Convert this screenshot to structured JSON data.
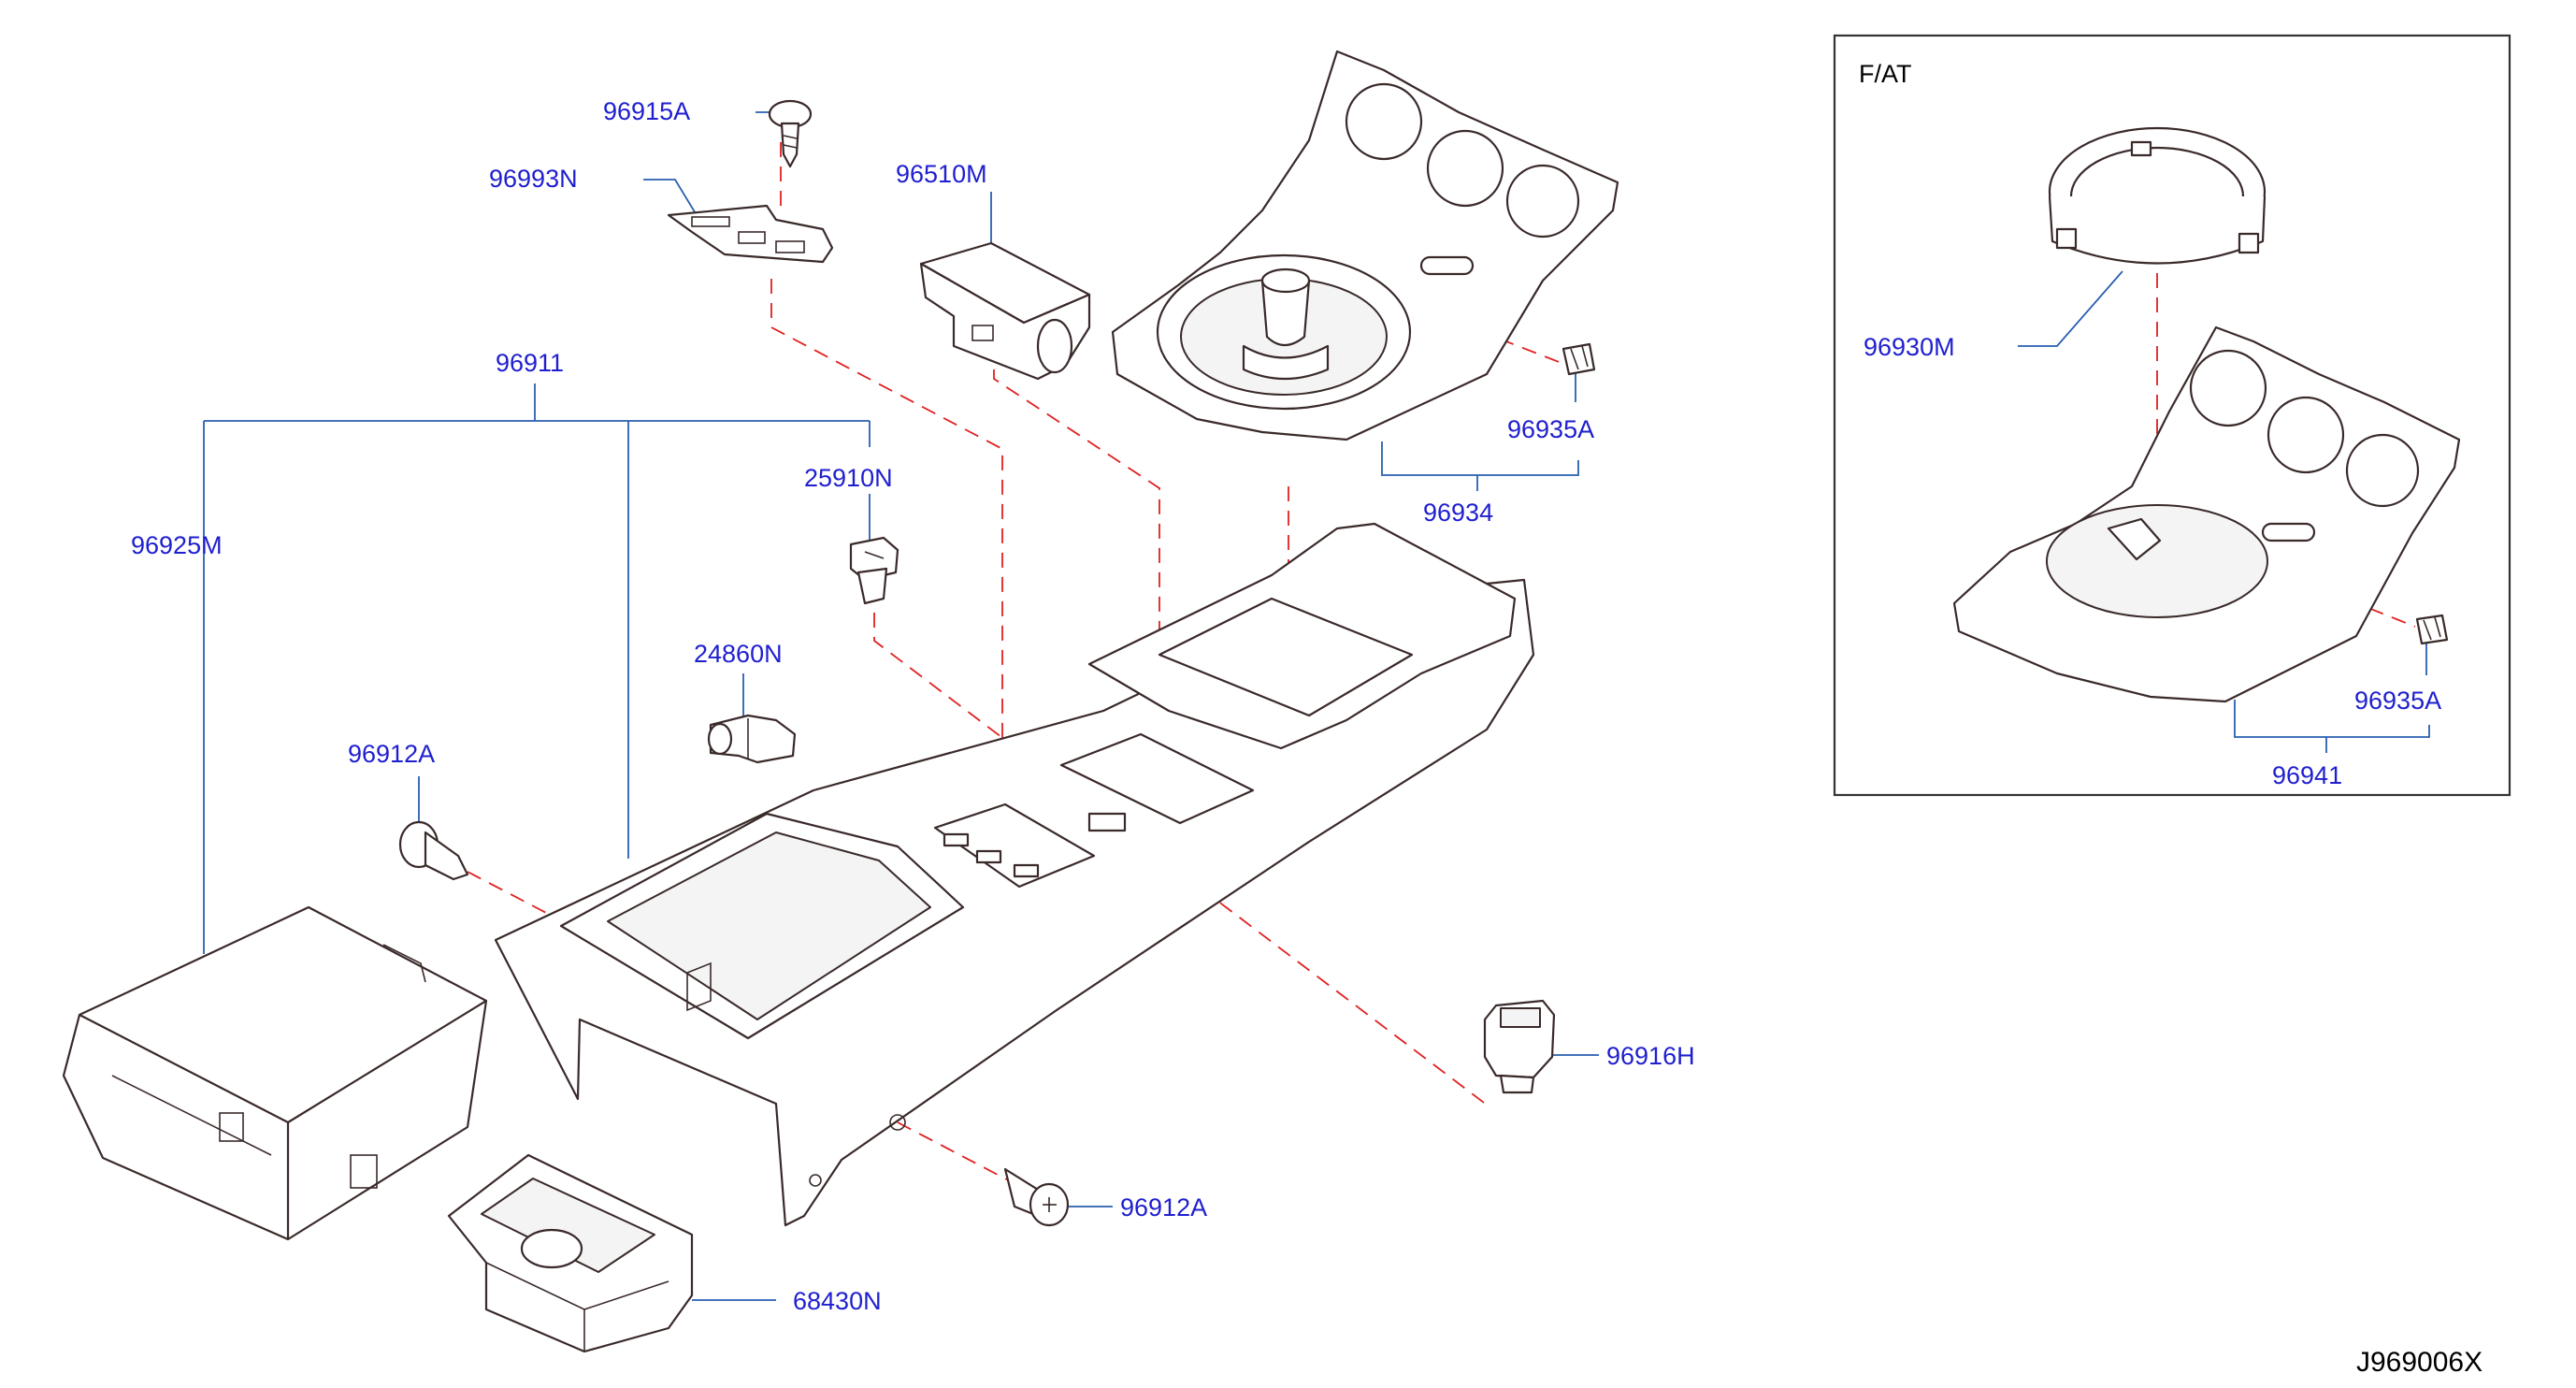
{
  "labels": {
    "p96915A": "96915A",
    "p96993N": "96993N",
    "p96510M": "96510M",
    "p96911": "96911",
    "p96925M": "96925M",
    "p25910N": "25910N",
    "p24860N": "24860N",
    "p96912A_upper": "96912A",
    "p96935A_main": "96935A",
    "p96934": "96934",
    "p96916H": "96916H",
    "p96912A_lower": "96912A",
    "p68430N": "68430N",
    "p96930M": "96930M",
    "p96935A_inset": "96935A",
    "p96941": "96941"
  },
  "inset": {
    "title": "F/AT"
  },
  "drawing_code": "J969006X",
  "colors": {
    "label": "#1f1fcf",
    "leader_line": "#2a5fb0",
    "dashed_line": "#e02020",
    "part_outline": "#3a2a2a"
  }
}
